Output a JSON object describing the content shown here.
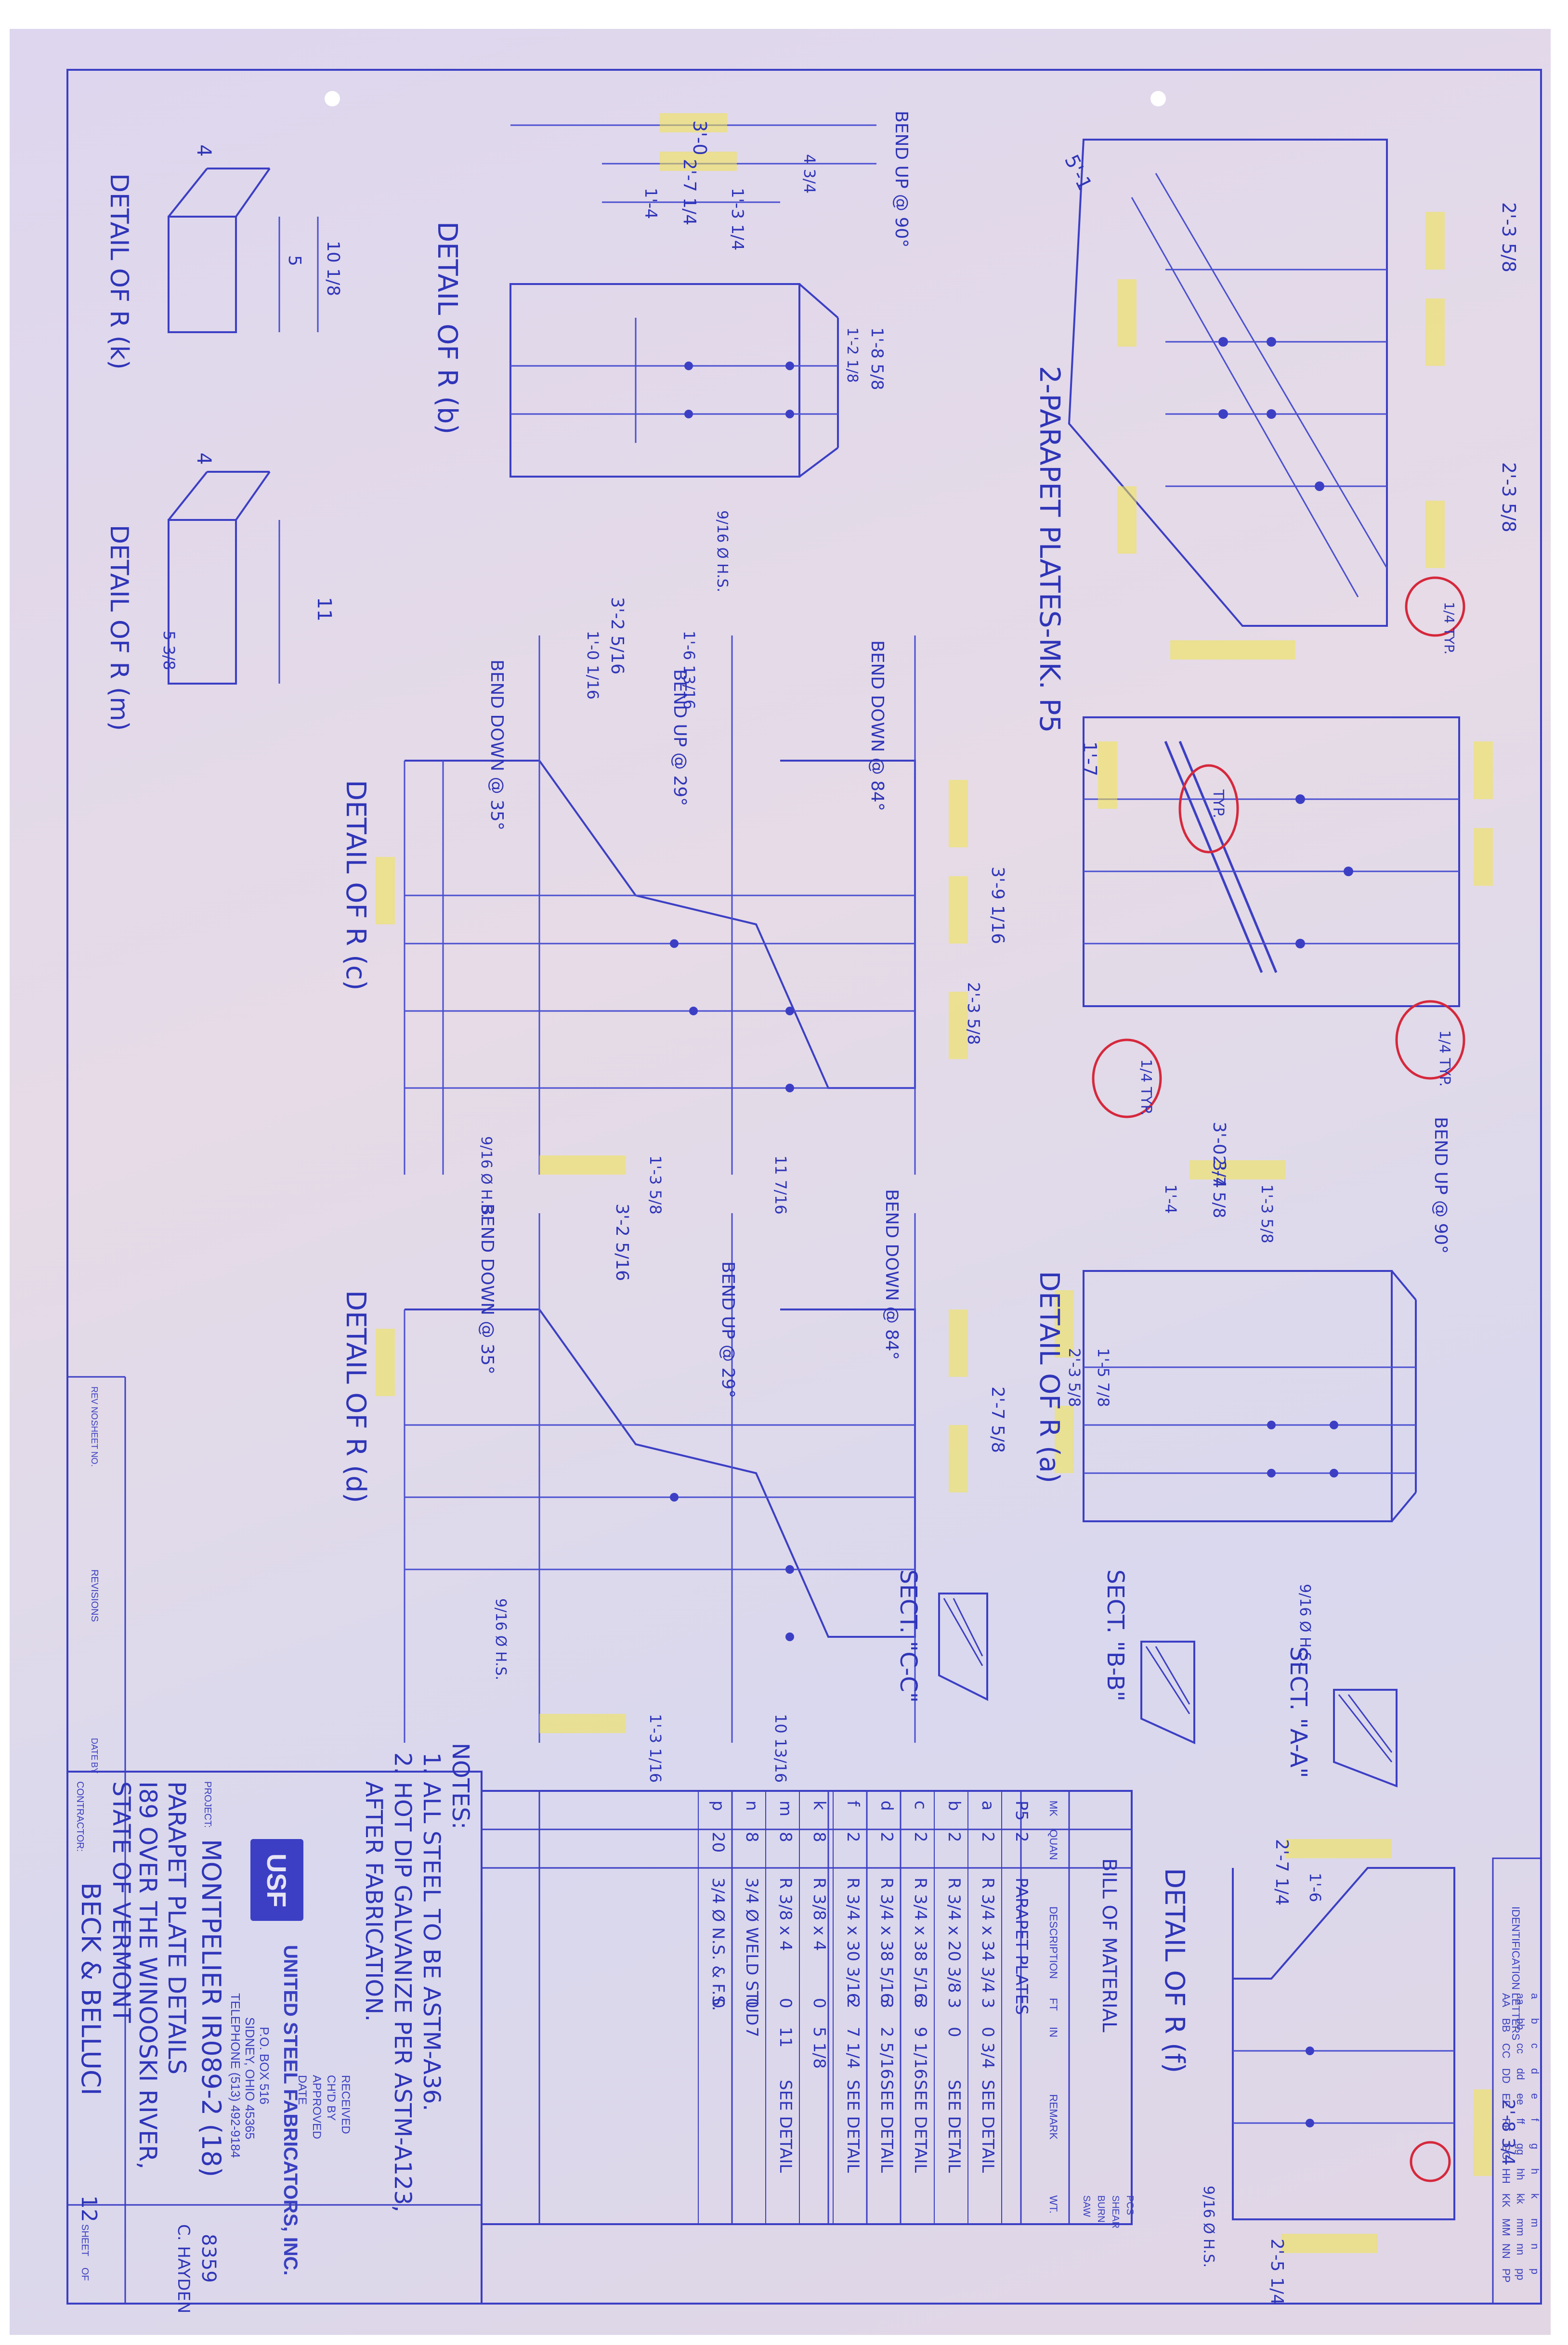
{
  "views": {
    "parapet_plates": "2-PARAPET PLATES-MK. P5",
    "detail_a": "DETAIL OF R (a)",
    "detail_b": "DETAIL OF R (b)",
    "detail_c": "DETAIL OF R (c)",
    "detail_d": "DETAIL OF R (d)",
    "detail_f": "DETAIL OF R (f)",
    "detail_k": "DETAIL OF R (k)",
    "detail_m": "DETAIL OF R (m)",
    "sect_a": "SECT. \"A-A\"",
    "sect_b": "SECT. \"B-B\"",
    "sect_c": "SECT. \"C-C\""
  },
  "bends": {
    "b1": "BEND UP @ 90°",
    "b2": "BEND UP @ 90°",
    "c1": "BEND DOWN @ 35°",
    "c2": "BEND UP @ 29°",
    "c3": "BEND DOWN @ 84°",
    "d1": "BEND DOWN @ 35°",
    "d2": "BEND UP @ 29°",
    "d3": "BEND DOWN @ 84°"
  },
  "holes": {
    "h1": "9/16 Ø H.S.",
    "h2": "9/16 Ø H.S.",
    "h3": "9/16 Ø H.S.",
    "h4": "9/16 Ø H.S.",
    "h5": "9/16 Ø H.S."
  },
  "dims": {
    "b_overall": "3'-0",
    "b_a": "2'-7 1/4",
    "b_b": "4 3/4",
    "b_c": "1'-4",
    "b_d": "1'-3 1/4",
    "b_e": "1'-8 5/8",
    "b_f": "1'-2 1/8",
    "c_overall": "3'-2 5/16",
    "c_a": "1'-0 1/16",
    "c_b": "1'-6 13/16",
    "c_c": "3'-9 1/16",
    "c_d": "2'-3 5/8",
    "c_e": "1'-3 5/8",
    "c_f": "11 7/16",
    "d_overall": "3'-2 5/16",
    "d_a": "2'-7 5/8",
    "d_b": "1'-3 1/16",
    "d_c": "10 13/16",
    "a_overall": "3'-0 3/4",
    "a_a": "2'-7 5/8",
    "a_b": "1'-4",
    "a_c": "1'-3 5/8",
    "a_d": "1'-5 7/8",
    "a_e": "2'-3 5/8",
    "p_a": "2'-3 5/8",
    "p_b": "5'-1",
    "p_c": "2'-3 5/8",
    "p_d": "1'-7",
    "f_a": "2'-7 1/4",
    "f_b": "1'-6",
    "f_c": "2'-5 1/4",
    "f_d": "2'-8 3/4",
    "k_a": "10 1/8",
    "k_b": "5",
    "k_c": "4",
    "m_a": "11",
    "m_b": "4",
    "m_c": "5 3/8"
  },
  "bom": {
    "title": "BILL OF MATERIAL",
    "headers": [
      "MK",
      "QUAN",
      "DESCRIPTION",
      "FT",
      "IN",
      "REMARK",
      "WT."
    ],
    "rows": [
      [
        "P5",
        "2",
        "PARAPET PLATES",
        "",
        "",
        "",
        ""
      ],
      [
        "a",
        "2",
        "R 3/4 x 34 3/4",
        "3",
        "0 3/4",
        "SEE DETAIL",
        ""
      ],
      [
        "b",
        "2",
        "R 3/4 x 20 3/8",
        "3",
        "0",
        "SEE DETAIL",
        ""
      ],
      [
        "c",
        "2",
        "R 3/4 x 38 5/16",
        "3",
        "9 1/16",
        "SEE DETAIL",
        ""
      ],
      [
        "d",
        "2",
        "R 3/4 x 38 5/16",
        "3",
        "2 5/16",
        "SEE DETAIL",
        ""
      ],
      [
        "f",
        "2",
        "R 3/4 x 30 3/16",
        "2",
        "7 1/4",
        "SEE DETAIL",
        ""
      ],
      [
        "k",
        "8",
        "R 3/8 x 4",
        "0",
        "5 1/8",
        "",
        ""
      ],
      [
        "m",
        "8",
        "R 3/8 x 4",
        "0",
        "11",
        "SEE DETAIL",
        ""
      ],
      [
        "n",
        "8",
        "3/4 Ø WELD STUD",
        "0",
        "7",
        "",
        ""
      ],
      [
        "p",
        "20",
        "3/4 Ø N.S. & F.S.",
        "0",
        "",
        "",
        ""
      ]
    ],
    "side_cols": [
      "SAW",
      "BURN",
      "SHEAR",
      "PCS"
    ]
  },
  "notes": {
    "title": "NOTES:",
    "n1": "1. ALL STEEL TO BE ASTM-A36.",
    "n2": "2. HOT DIP GALVANIZE PER ASTM-A123,",
    "n3": "AFTER FABRICATION."
  },
  "stamp": {
    "received": "RECEIVED",
    "checked": "CH'D BY",
    "approved": "APPROVED",
    "date": "DATE"
  },
  "title_block": {
    "logo": "USF",
    "company": "UNITED STEEL FABRICATORS, INC.",
    "address1": "P.O. BOX 516",
    "address2": "SIDNEY, OHIO 45365",
    "phone": "TELEPHONE (513) 492-9184",
    "project_label": "PROJECT:",
    "project": "MONTPELIER IR089-2 (18)",
    "line2": "PARAPET PLATE DETAILS",
    "line3": "I89 OVER THE WINOOSKI RIVER,",
    "line4": "STATE OF VERMONT",
    "contractor_label": "CONTRACTOR:",
    "contractor": "BECK & BELLUCI",
    "job": "8359",
    "drawn": "C. HAYDEN",
    "sheet_label": "SHEET",
    "sheet": "12",
    "of": "OF",
    "revisions_label": "REVISIONS",
    "rev_no": "REV NO.",
    "sheet_no": "SHEET NO.",
    "date_label": "DATE",
    "by_label": "BY"
  },
  "ident": {
    "title": "IDENTIFICATION LETTERS",
    "rows": [
      [
        "a",
        "aa",
        "AA"
      ],
      [
        "b",
        "bb",
        "BB"
      ],
      [
        "c",
        "cc",
        "CC"
      ],
      [
        "d",
        "dd",
        "DD"
      ],
      [
        "e",
        "ee",
        "EE"
      ],
      [
        "f",
        "ff",
        "FF"
      ],
      [
        "g",
        "gg",
        "GG"
      ],
      [
        "h",
        "hh",
        "HH"
      ],
      [
        "k",
        "kk",
        "KK"
      ],
      [
        "m",
        "mm",
        "MM"
      ],
      [
        "n",
        "nn",
        "NN"
      ],
      [
        "p",
        "pp",
        "PP"
      ]
    ]
  },
  "weld": {
    "w1": "1/4 TYP.",
    "w2": "1/4 TYP.",
    "w3": "TYP.",
    "w4": "1/4 TYP."
  }
}
